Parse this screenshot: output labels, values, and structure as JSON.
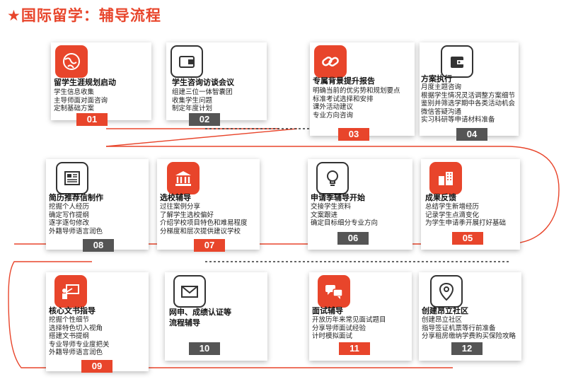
{
  "title": "★国际留学：辅导流程",
  "accent_color": "#e8452b",
  "steps": [
    {
      "num": "01",
      "title": "留学生涯规划启动",
      "lines": [
        "学生信息收集",
        "主导师面对面咨询",
        "定制基础方案"
      ],
      "icon": "globe-icon",
      "icon_style": "red"
    },
    {
      "num": "02",
      "title": "学生咨询访谈会议",
      "lines": [
        "组建三位一体智囊团",
        "收集学生问题",
        "制定年度计划"
      ],
      "icon": "wallet-icon",
      "icon_style": "gray"
    },
    {
      "num": "03",
      "title": "专属背景提升报告",
      "lines": [
        "明确当前的优劣势和规划要点",
        "标准考试选择和安排",
        "课外活动建议",
        "专业方向咨询"
      ],
      "icon": "link-icon",
      "icon_style": "red"
    },
    {
      "num": "04",
      "title": "方案执行",
      "lines": [
        "月度主题咨询",
        "根据学生情况灵活调整方案细节",
        "鉴别并筛选学期中各类活动机会",
        "微信答疑沟通",
        "实习科研等申请材料准备"
      ],
      "icon": "purse-icon",
      "icon_style": "gray"
    },
    {
      "num": "05",
      "title": "成果反馈",
      "lines": [
        "总结学生新增经历",
        "记录学生点滴变化",
        "为学生申请季开展打好基础"
      ],
      "icon": "buildings-icon",
      "icon_style": "red"
    },
    {
      "num": "06",
      "title": "申请季辅导开始",
      "lines": [
        "交接学生资料",
        "文案跟进",
        "确定目标细分专业方向"
      ],
      "icon": "lightbulb-icon",
      "icon_style": "gray"
    },
    {
      "num": "07",
      "title": "选校辅导",
      "lines": [
        "过往案例分享",
        "了解学生选校偏好",
        "介绍学校项目特色和难易程度",
        "分梯度和层次提供建议学校"
      ],
      "icon": "university-icon",
      "icon_style": "red"
    },
    {
      "num": "08",
      "title": "简历推荐信制作",
      "lines": [
        "挖掘个人经历",
        "确定写作提纲",
        "逐字逐句修改",
        "外籍导师语言润色"
      ],
      "icon": "newspaper-icon",
      "icon_style": "gray"
    },
    {
      "num": "09",
      "title": "核心文书指导",
      "lines": [
        "挖掘个性细节",
        "选择特色切入视角",
        "搭建文书提纲",
        "专业导师专业度把关",
        "外籍导师语言润色"
      ],
      "icon": "presentation-icon",
      "icon_style": "red"
    },
    {
      "num": "10",
      "title": "网申、成绩认证等流程辅导",
      "title_lines": [
        "网申、成绩认证等",
        "流程辅导"
      ],
      "lines": [],
      "icon": "envelope-icon",
      "icon_style": "gray"
    },
    {
      "num": "11",
      "title": "面试辅导",
      "lines": [
        "开放历年来常见面试题目",
        "分享导师面试经验",
        "计时模拟面试"
      ],
      "icon": "chat-icon",
      "icon_style": "red"
    },
    {
      "num": "12",
      "title": "创建昂立社区",
      "lines": [
        "创建昂立社区",
        "指导签证机票等行前准备",
        "分享租房缴纳学费购买保险攻略"
      ],
      "icon": "location-pin-icon",
      "icon_style": "gray"
    }
  ]
}
